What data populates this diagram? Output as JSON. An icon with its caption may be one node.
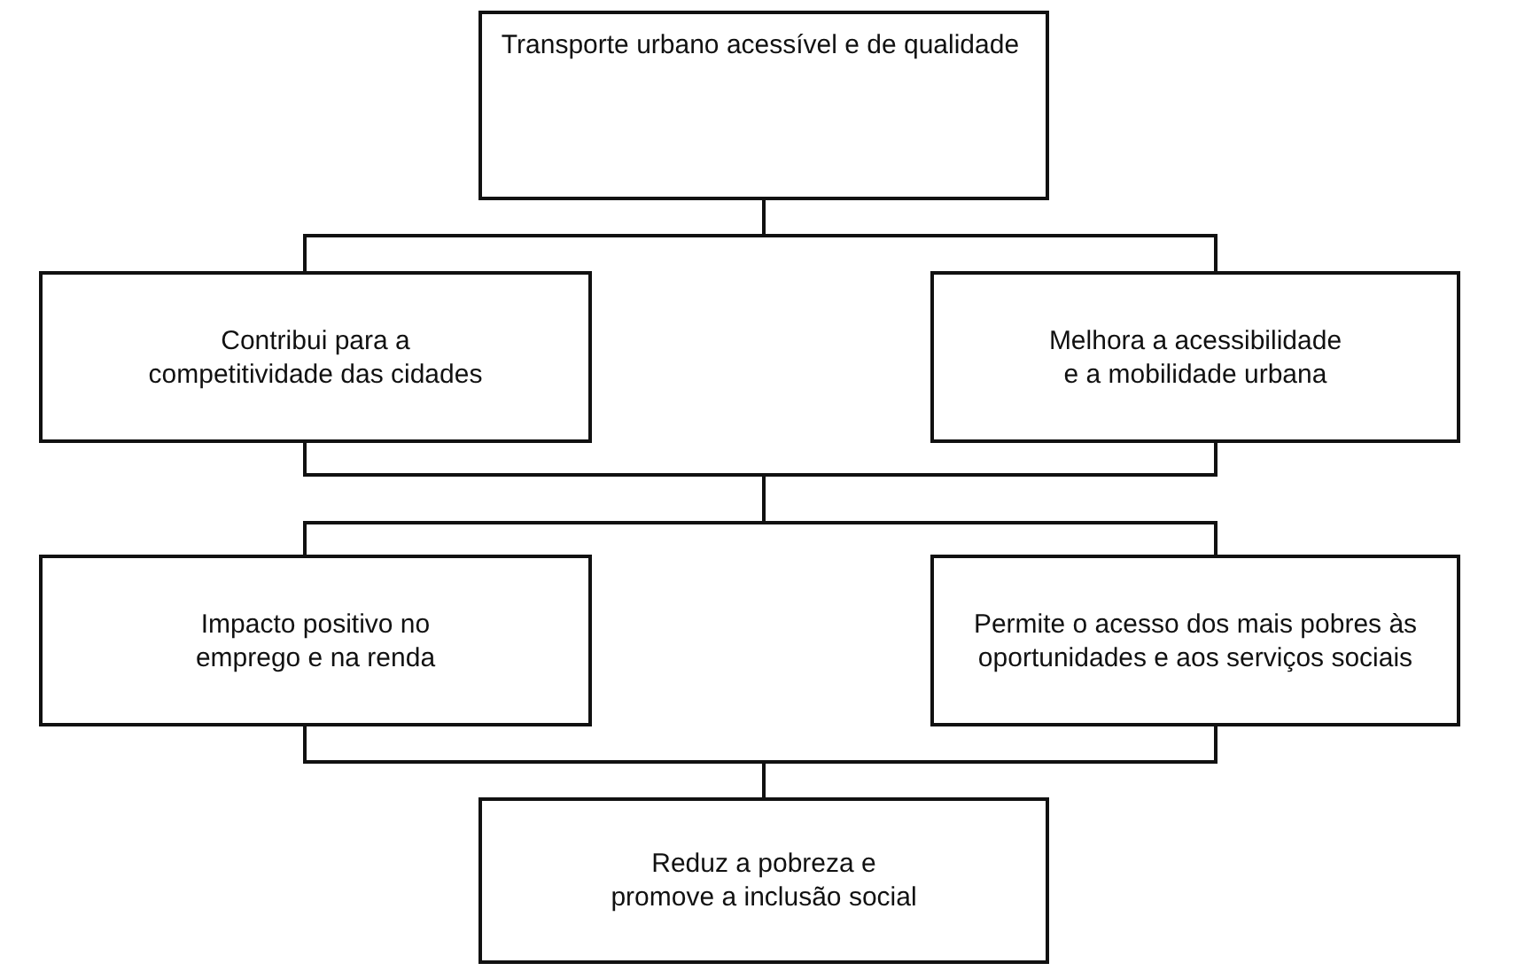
{
  "diagram": {
    "nodes": [
      {
        "text": [
          "Transporte urbano acessível e de qualidade"
        ]
      },
      {
        "text": [
          "Contribui para a competitividade das cidades"
        ]
      },
      {
        "text": [
          "Melhora a acessibilidade e a mobilidade urbana"
        ]
      },
      {
        "text": [
          "Impacto positivo no emprego e na renda"
        ]
      },
      {
        "text": [
          "Permite o acesso dos mais pobres às oportunidades e aos serviços sociais"
        ]
      },
      {
        "text": [
          "Reduz a pobreza e promove a inclusão social"
        ]
      }
    ],
    "edges": [
      {
        "from": 0,
        "to": 1,
        "arrow": "none"
      },
      {
        "from": 0,
        "to": 2,
        "arrow": "none"
      },
      {
        "from": 1,
        "to": 3,
        "arrow": "none"
      },
      {
        "from": 1,
        "to": 4,
        "arrow": "none"
      },
      {
        "from": 2,
        "to": 3,
        "arrow": "none"
      },
      {
        "from": 2,
        "to": 4,
        "arrow": "none"
      },
      {
        "from": 3,
        "to": 5,
        "arrow": "none"
      },
      {
        "from": 4,
        "to": 5,
        "arrow": "none"
      }
    ]
  }
}
